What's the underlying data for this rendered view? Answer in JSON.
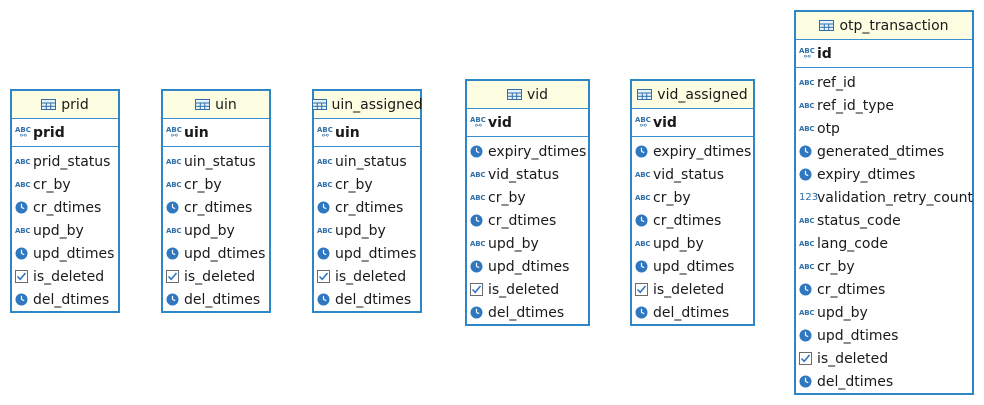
{
  "colors": {
    "border": "#2f86c7",
    "header_bg": "#fdfde2",
    "icon": "#2f6fa8"
  },
  "tables": [
    {
      "name": "prid",
      "pk": "prid",
      "columns": [
        {
          "name": "prid_status",
          "icon": "text-icon"
        },
        {
          "name": "cr_by",
          "icon": "text-icon"
        },
        {
          "name": "cr_dtimes",
          "icon": "clock-icon"
        },
        {
          "name": "upd_by",
          "icon": "text-icon"
        },
        {
          "name": "upd_dtimes",
          "icon": "clock-icon"
        },
        {
          "name": "is_deleted",
          "icon": "checkbox-icon"
        },
        {
          "name": "del_dtimes",
          "icon": "clock-icon"
        }
      ]
    },
    {
      "name": "uin",
      "pk": "uin",
      "columns": [
        {
          "name": "uin_status",
          "icon": "text-icon"
        },
        {
          "name": "cr_by",
          "icon": "text-icon"
        },
        {
          "name": "cr_dtimes",
          "icon": "clock-icon"
        },
        {
          "name": "upd_by",
          "icon": "text-icon"
        },
        {
          "name": "upd_dtimes",
          "icon": "clock-icon"
        },
        {
          "name": "is_deleted",
          "icon": "checkbox-icon"
        },
        {
          "name": "del_dtimes",
          "icon": "clock-icon"
        }
      ]
    },
    {
      "name": "uin_assigned",
      "pk": "uin",
      "columns": [
        {
          "name": "uin_status",
          "icon": "text-icon"
        },
        {
          "name": "cr_by",
          "icon": "text-icon"
        },
        {
          "name": "cr_dtimes",
          "icon": "clock-icon"
        },
        {
          "name": "upd_by",
          "icon": "text-icon"
        },
        {
          "name": "upd_dtimes",
          "icon": "clock-icon"
        },
        {
          "name": "is_deleted",
          "icon": "checkbox-icon"
        },
        {
          "name": "del_dtimes",
          "icon": "clock-icon"
        }
      ]
    },
    {
      "name": "vid",
      "pk": "vid",
      "columns": [
        {
          "name": "expiry_dtimes",
          "icon": "clock-icon"
        },
        {
          "name": "vid_status",
          "icon": "text-icon"
        },
        {
          "name": "cr_by",
          "icon": "text-icon"
        },
        {
          "name": "cr_dtimes",
          "icon": "clock-icon"
        },
        {
          "name": "upd_by",
          "icon": "text-icon"
        },
        {
          "name": "upd_dtimes",
          "icon": "clock-icon"
        },
        {
          "name": "is_deleted",
          "icon": "checkbox-icon"
        },
        {
          "name": "del_dtimes",
          "icon": "clock-icon"
        }
      ]
    },
    {
      "name": "vid_assigned",
      "pk": "vid",
      "columns": [
        {
          "name": "expiry_dtimes",
          "icon": "clock-icon"
        },
        {
          "name": "vid_status",
          "icon": "text-icon"
        },
        {
          "name": "cr_by",
          "icon": "text-icon"
        },
        {
          "name": "cr_dtimes",
          "icon": "clock-icon"
        },
        {
          "name": "upd_by",
          "icon": "text-icon"
        },
        {
          "name": "upd_dtimes",
          "icon": "clock-icon"
        },
        {
          "name": "is_deleted",
          "icon": "checkbox-icon"
        },
        {
          "name": "del_dtimes",
          "icon": "clock-icon"
        }
      ]
    },
    {
      "name": "otp_transaction",
      "pk": "id",
      "columns": [
        {
          "name": "ref_id",
          "icon": "text-icon"
        },
        {
          "name": "ref_id_type",
          "icon": "text-icon"
        },
        {
          "name": "otp",
          "icon": "text-icon"
        },
        {
          "name": "generated_dtimes",
          "icon": "clock-icon"
        },
        {
          "name": "expiry_dtimes",
          "icon": "clock-icon"
        },
        {
          "name": "validation_retry_count",
          "icon": "number-icon"
        },
        {
          "name": "status_code",
          "icon": "text-icon"
        },
        {
          "name": "lang_code",
          "icon": "text-icon"
        },
        {
          "name": "cr_by",
          "icon": "text-icon"
        },
        {
          "name": "cr_dtimes",
          "icon": "clock-icon"
        },
        {
          "name": "upd_by",
          "icon": "text-icon"
        },
        {
          "name": "upd_dtimes",
          "icon": "clock-icon"
        },
        {
          "name": "is_deleted",
          "icon": "checkbox-icon"
        },
        {
          "name": "del_dtimes",
          "icon": "clock-icon"
        }
      ]
    }
  ]
}
